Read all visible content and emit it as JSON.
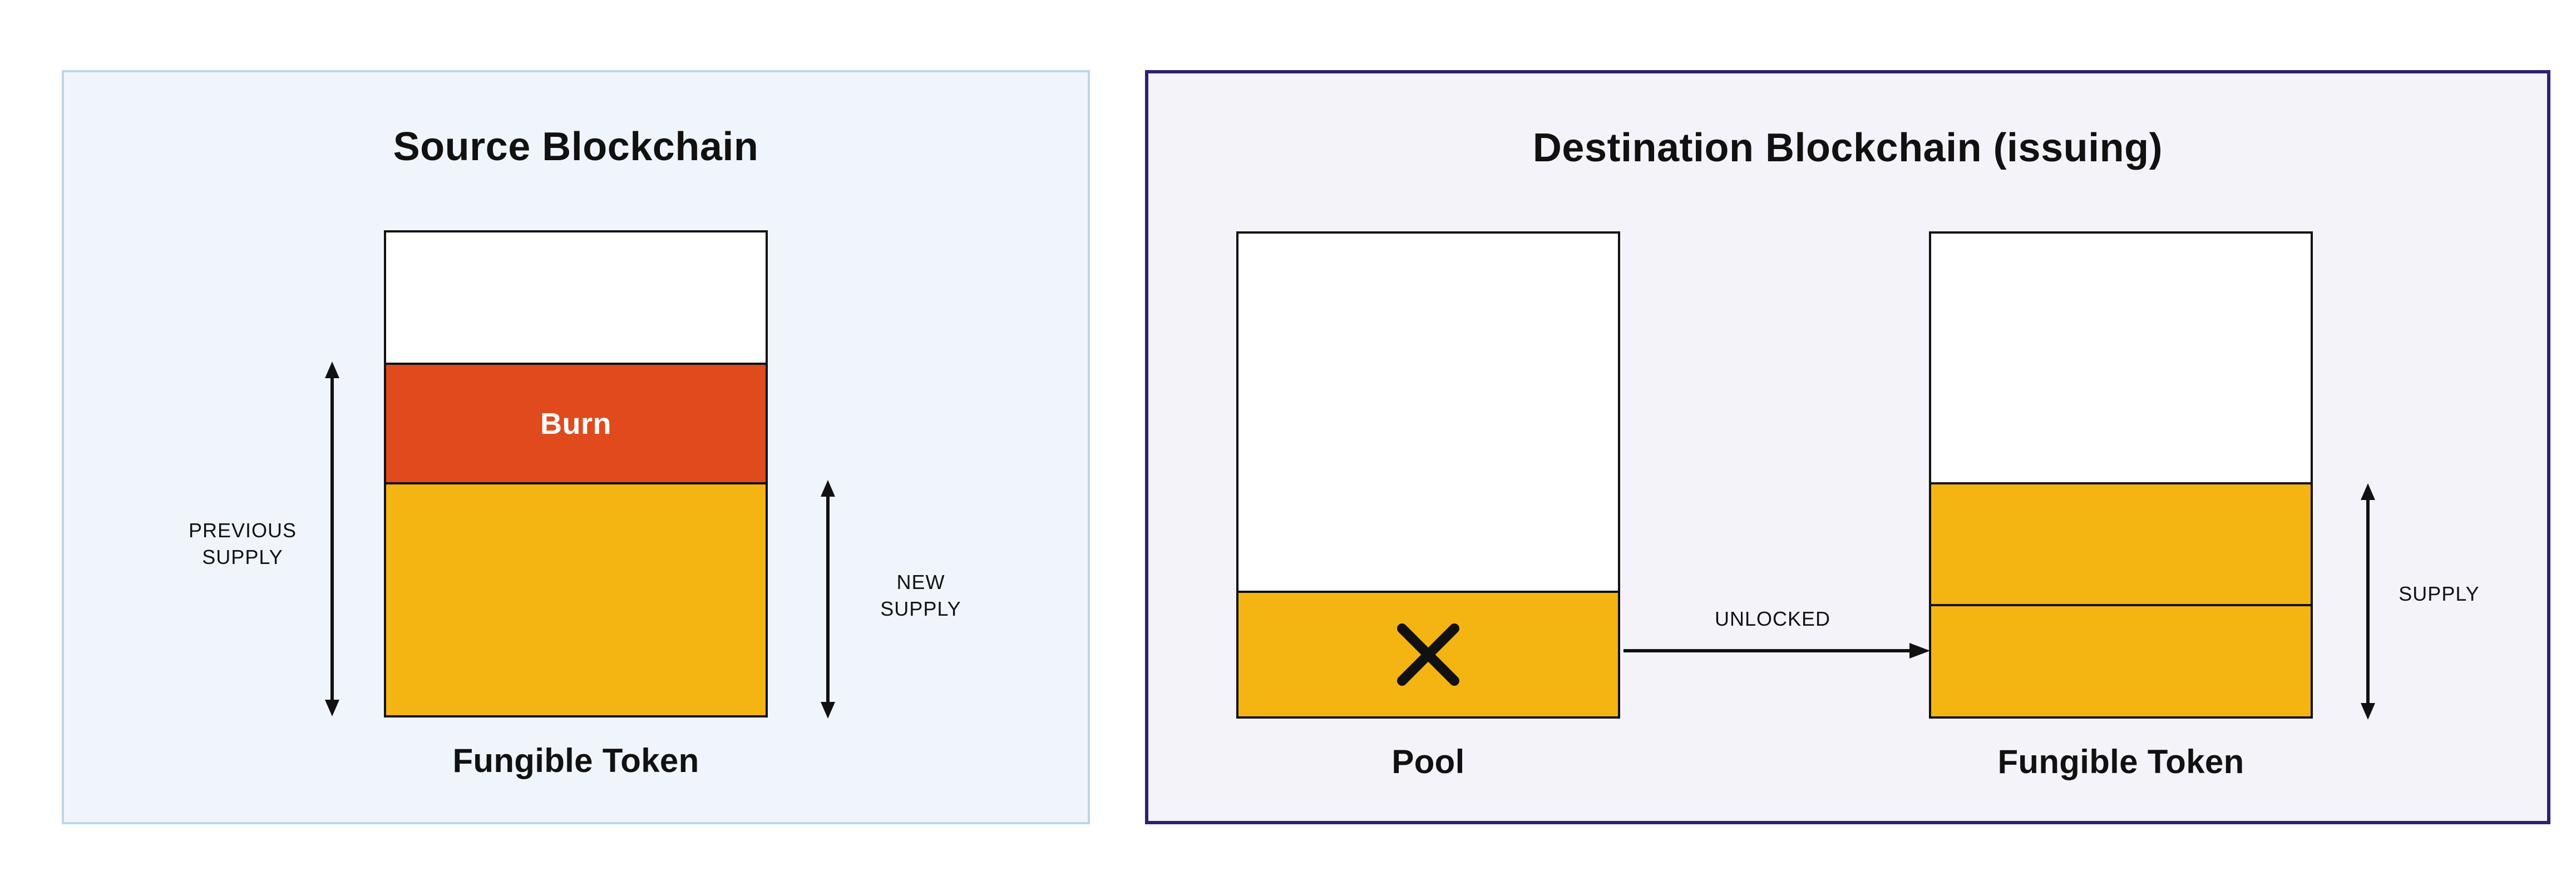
{
  "source_panel": {
    "title": "Source Blockchain",
    "burn_label": "Burn",
    "token_label": "Fungible Token",
    "previous_supply_label": "PREVIOUS\nSUPPLY",
    "new_supply_label": "NEW\nSUPPLY"
  },
  "destination_panel": {
    "title": "Destination Blockchain (issuing)",
    "pool_label": "Pool",
    "token_label": "Fungible Token",
    "unlocked_label": "UNLOCKED",
    "supply_label": "SUPPLY"
  },
  "colors": {
    "token_yellow": "#F4B513",
    "burn_orange": "#E04A1D",
    "source_bg": "#F0F5FB",
    "source_border": "#BCD5EC",
    "destination_bg": "#F5F3FA",
    "destination_border": "#2F2173",
    "ink": "#111111"
  }
}
